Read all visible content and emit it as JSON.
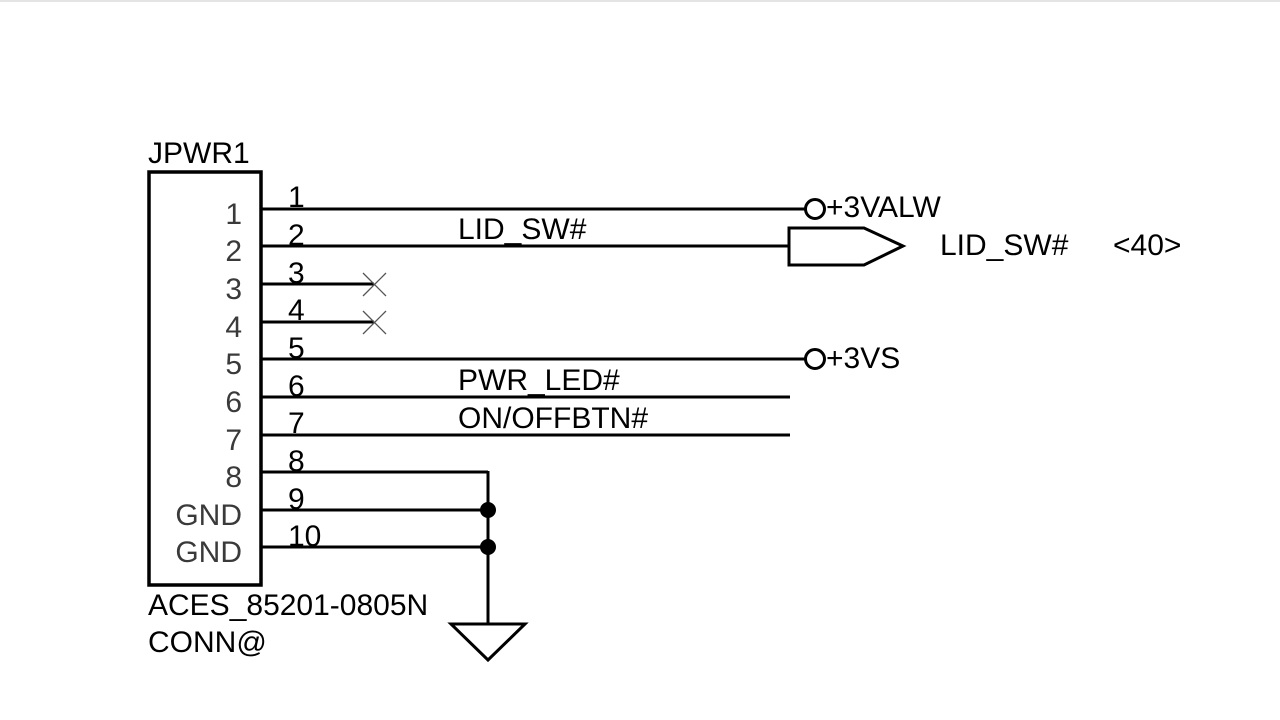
{
  "schematic": {
    "refdes": "JPWR1",
    "part_number": "ACES_85201-0805N",
    "variant": "CONN@",
    "pins": [
      {
        "name": "1",
        "number": "1",
        "net": "+3VALW",
        "type": "power"
      },
      {
        "name": "2",
        "number": "2",
        "net": "LID_SW#",
        "type": "offpage"
      },
      {
        "name": "3",
        "number": "3",
        "net": "",
        "type": "noconnect"
      },
      {
        "name": "4",
        "number": "4",
        "net": "",
        "type": "noconnect"
      },
      {
        "name": "5",
        "number": "5",
        "net": "+3VS",
        "type": "power"
      },
      {
        "name": "6",
        "number": "6",
        "net": "PWR_LED#",
        "type": "wire"
      },
      {
        "name": "7",
        "number": "7",
        "net": "ON/OFFBTN#",
        "type": "wire"
      },
      {
        "name": "8",
        "number": "8",
        "net": "",
        "type": "ground"
      },
      {
        "name": "GND",
        "number": "9",
        "net": "",
        "type": "ground"
      },
      {
        "name": "GND",
        "number": "10",
        "net": "",
        "type": "ground"
      }
    ],
    "power_labels": {
      "vcc1": "+3VALW",
      "vcc2": "+3VS"
    },
    "net_labels": {
      "lid": "LID_SW#",
      "pwr_led": "PWR_LED#",
      "onoff": "ON/OFFBTN#"
    },
    "offpage": {
      "net": "LID_SW#",
      "page_ref": "<40>"
    }
  },
  "colors": {
    "line": "#000000",
    "pin_name": "#3a3a3a"
  }
}
